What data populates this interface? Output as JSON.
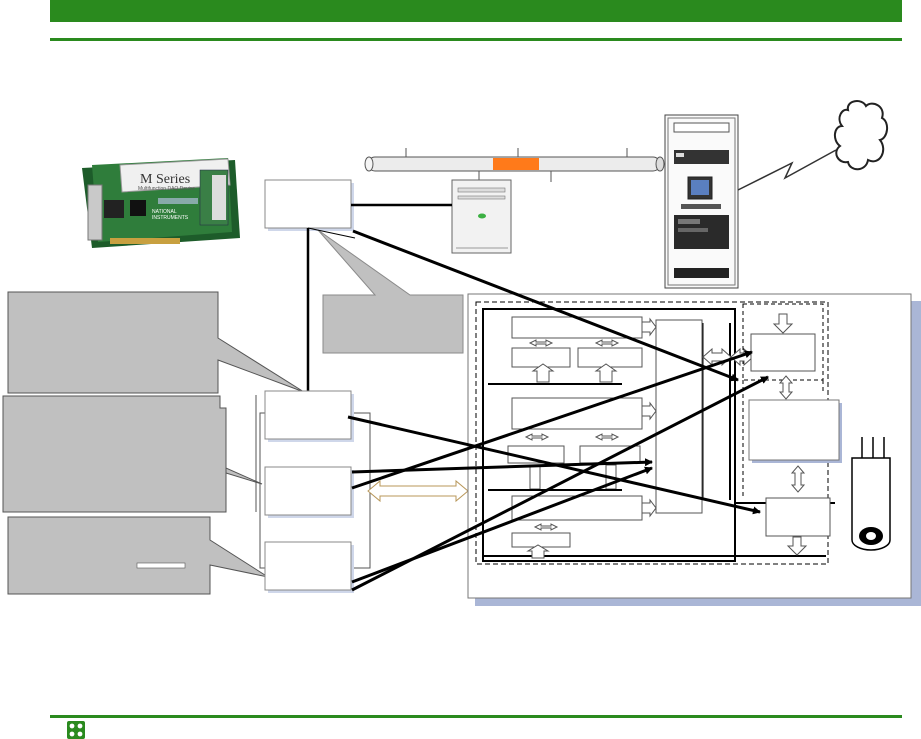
{
  "card": {
    "brand": "M Series",
    "subtitle": "Multifunction DAQ Device",
    "maker_line1": "NATIONAL",
    "maker_line2": "INSTRUMENTS"
  },
  "icons": {
    "logo": "green-logo-icon",
    "cloud": "cloud-icon",
    "lightning": "lightning-bolt-icon",
    "server": "server-tower-icon",
    "rack": "computer-rack-icon",
    "network": "network-bus-icon",
    "sensor": "sensor-cylinder-icon"
  },
  "colors": {
    "brand_green": "#2a8a1e",
    "gray_box": "#c0c0c0",
    "panel_shadow": "#aab6d6",
    "orange_bar": "#ff7a1a"
  }
}
